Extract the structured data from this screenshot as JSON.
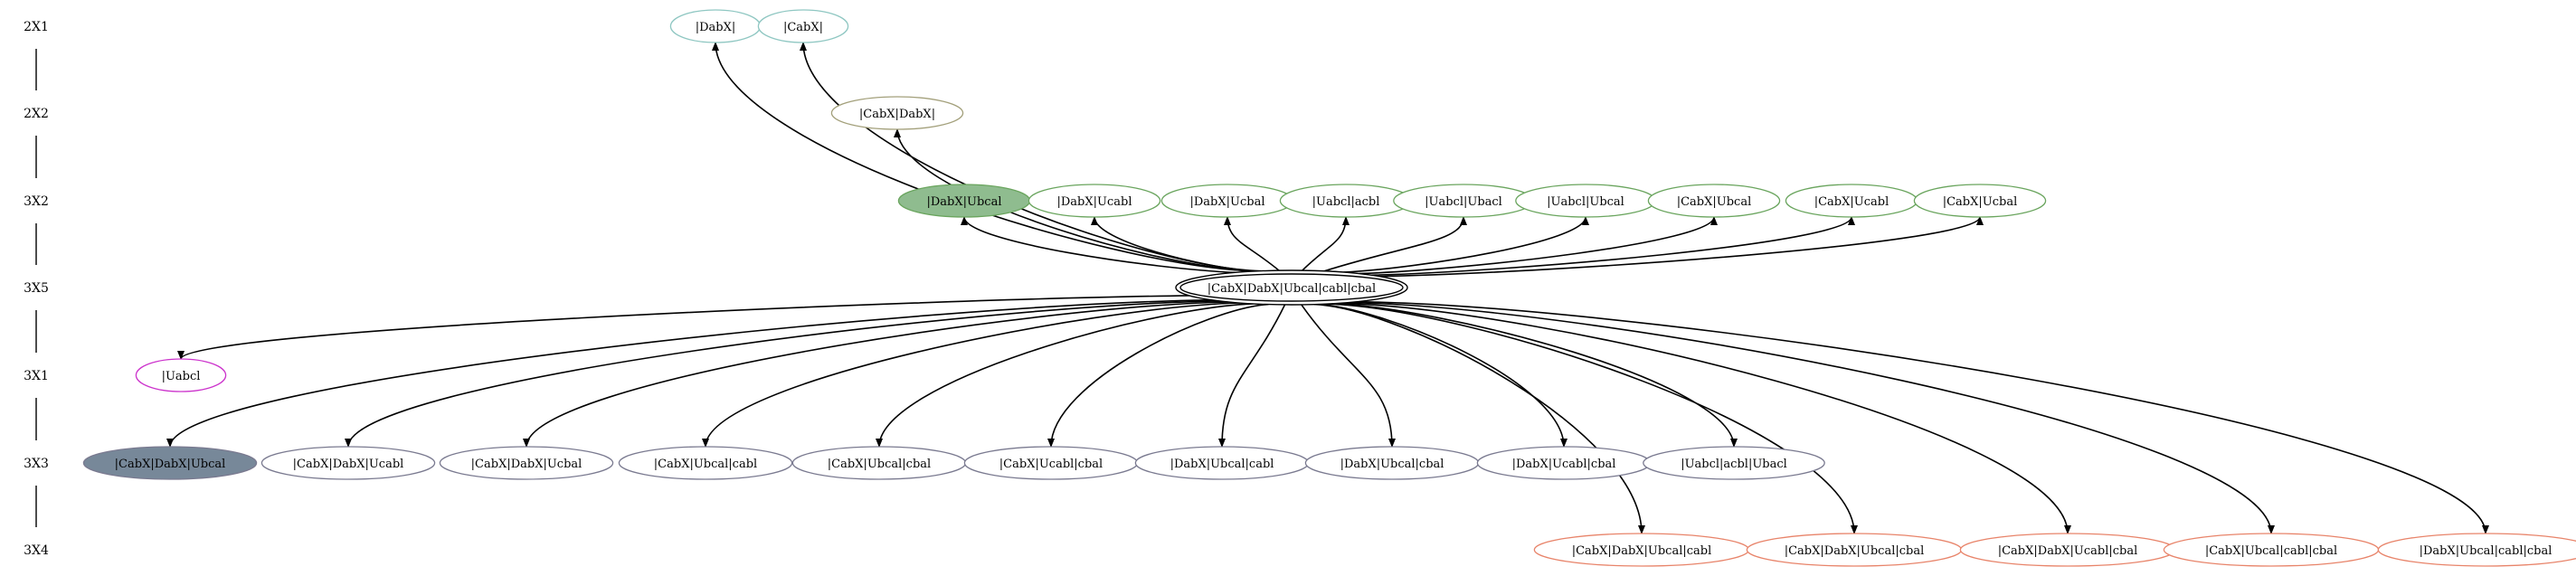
{
  "ranks": [
    "2X1",
    "2X2",
    "3X2",
    "3X5",
    "3X1",
    "3X3",
    "3X4"
  ],
  "colors": {
    "edge": "#000000",
    "teal": "#8fc7c2",
    "olive": "#a3a07b",
    "green": "#6aa55e",
    "green_fill": "#8fbc8f",
    "magenta": "#cc33cc",
    "slate": "#7a7a90",
    "slate_fill": "#778899",
    "salmon": "#e8846a",
    "center": "#000000"
  },
  "center": {
    "id": "n_center",
    "label": "|CabX|DabX|Ubcal|cabl|cbal"
  },
  "nodes": [
    {
      "id": "n1",
      "label": "|DabX|",
      "rank": "2X1",
      "color": "teal"
    },
    {
      "id": "n2",
      "label": "|CabX|",
      "rank": "2X1",
      "color": "teal"
    },
    {
      "id": "n3",
      "label": "|CabX|DabX|",
      "rank": "2X2",
      "color": "olive"
    },
    {
      "id": "n4",
      "label": "|DabX|Ubcal",
      "rank": "3X2",
      "color": "green",
      "filled": true
    },
    {
      "id": "n5",
      "label": "|DabX|Ucabl",
      "rank": "3X2",
      "color": "green"
    },
    {
      "id": "n6",
      "label": "|DabX|Ucbal",
      "rank": "3X2",
      "color": "green"
    },
    {
      "id": "n7",
      "label": "|Uabcl|acbl",
      "rank": "3X2",
      "color": "green"
    },
    {
      "id": "n8",
      "label": "|Uabcl|Ubacl",
      "rank": "3X2",
      "color": "green"
    },
    {
      "id": "n9",
      "label": "|Uabcl|Ubcal",
      "rank": "3X2",
      "color": "green"
    },
    {
      "id": "n10",
      "label": "|CabX|Ubcal",
      "rank": "3X2",
      "color": "green"
    },
    {
      "id": "n11",
      "label": "|CabX|Ucabl",
      "rank": "3X2",
      "color": "green"
    },
    {
      "id": "n12",
      "label": "|CabX|Ucbal",
      "rank": "3X2",
      "color": "green"
    },
    {
      "id": "n13",
      "label": "|Uabcl",
      "rank": "3X1",
      "color": "magenta"
    },
    {
      "id": "n14",
      "label": "|CabX|DabX|Ubcal",
      "rank": "3X3",
      "color": "slate",
      "filled": true
    },
    {
      "id": "n15",
      "label": "|CabX|DabX|Ucabl",
      "rank": "3X3",
      "color": "slate"
    },
    {
      "id": "n16",
      "label": "|CabX|DabX|Ucbal",
      "rank": "3X3",
      "color": "slate"
    },
    {
      "id": "n17",
      "label": "|CabX|Ubcal|cabl",
      "rank": "3X3",
      "color": "slate"
    },
    {
      "id": "n18",
      "label": "|CabX|Ubcal|cbal",
      "rank": "3X3",
      "color": "slate"
    },
    {
      "id": "n19",
      "label": "|CabX|Ucabl|cbal",
      "rank": "3X3",
      "color": "slate"
    },
    {
      "id": "n20",
      "label": "|DabX|Ubcal|cabl",
      "rank": "3X3",
      "color": "slate"
    },
    {
      "id": "n21",
      "label": "|DabX|Ubcal|cbal",
      "rank": "3X3",
      "color": "slate"
    },
    {
      "id": "n22",
      "label": "|DabX|Ucabl|cbal",
      "rank": "3X3",
      "color": "slate"
    },
    {
      "id": "n23",
      "label": "|Uabcl|acbl|Ubacl",
      "rank": "3X3",
      "color": "slate"
    },
    {
      "id": "n24",
      "label": "|CabX|DabX|Ubcal|cabl",
      "rank": "3X4",
      "color": "salmon"
    },
    {
      "id": "n25",
      "label": "|CabX|DabX|Ubcal|cbal",
      "rank": "3X4",
      "color": "salmon"
    },
    {
      "id": "n26",
      "label": "|CabX|DabX|Ucabl|cbal",
      "rank": "3X4",
      "color": "salmon"
    },
    {
      "id": "n27",
      "label": "|CabX|Ubcal|cabl|cbal",
      "rank": "3X4",
      "color": "salmon"
    },
    {
      "id": "n28",
      "label": "|DabX|Ubcal|cabl|cbal",
      "rank": "3X4",
      "color": "salmon"
    }
  ],
  "edges": [
    [
      "n_center",
      "n1"
    ],
    [
      "n_center",
      "n2"
    ],
    [
      "n_center",
      "n3"
    ],
    [
      "n_center",
      "n4"
    ],
    [
      "n_center",
      "n5"
    ],
    [
      "n_center",
      "n6"
    ],
    [
      "n_center",
      "n7"
    ],
    [
      "n_center",
      "n8"
    ],
    [
      "n_center",
      "n9"
    ],
    [
      "n_center",
      "n10"
    ],
    [
      "n_center",
      "n11"
    ],
    [
      "n_center",
      "n12"
    ],
    [
      "n_center",
      "n13"
    ],
    [
      "n_center",
      "n14"
    ],
    [
      "n_center",
      "n15"
    ],
    [
      "n_center",
      "n16"
    ],
    [
      "n_center",
      "n17"
    ],
    [
      "n_center",
      "n18"
    ],
    [
      "n_center",
      "n19"
    ],
    [
      "n_center",
      "n20"
    ],
    [
      "n_center",
      "n21"
    ],
    [
      "n_center",
      "n22"
    ],
    [
      "n_center",
      "n23"
    ],
    [
      "n_center",
      "n24"
    ],
    [
      "n_center",
      "n25"
    ],
    [
      "n_center",
      "n26"
    ],
    [
      "n_center",
      "n27"
    ],
    [
      "n_center",
      "n28"
    ]
  ]
}
